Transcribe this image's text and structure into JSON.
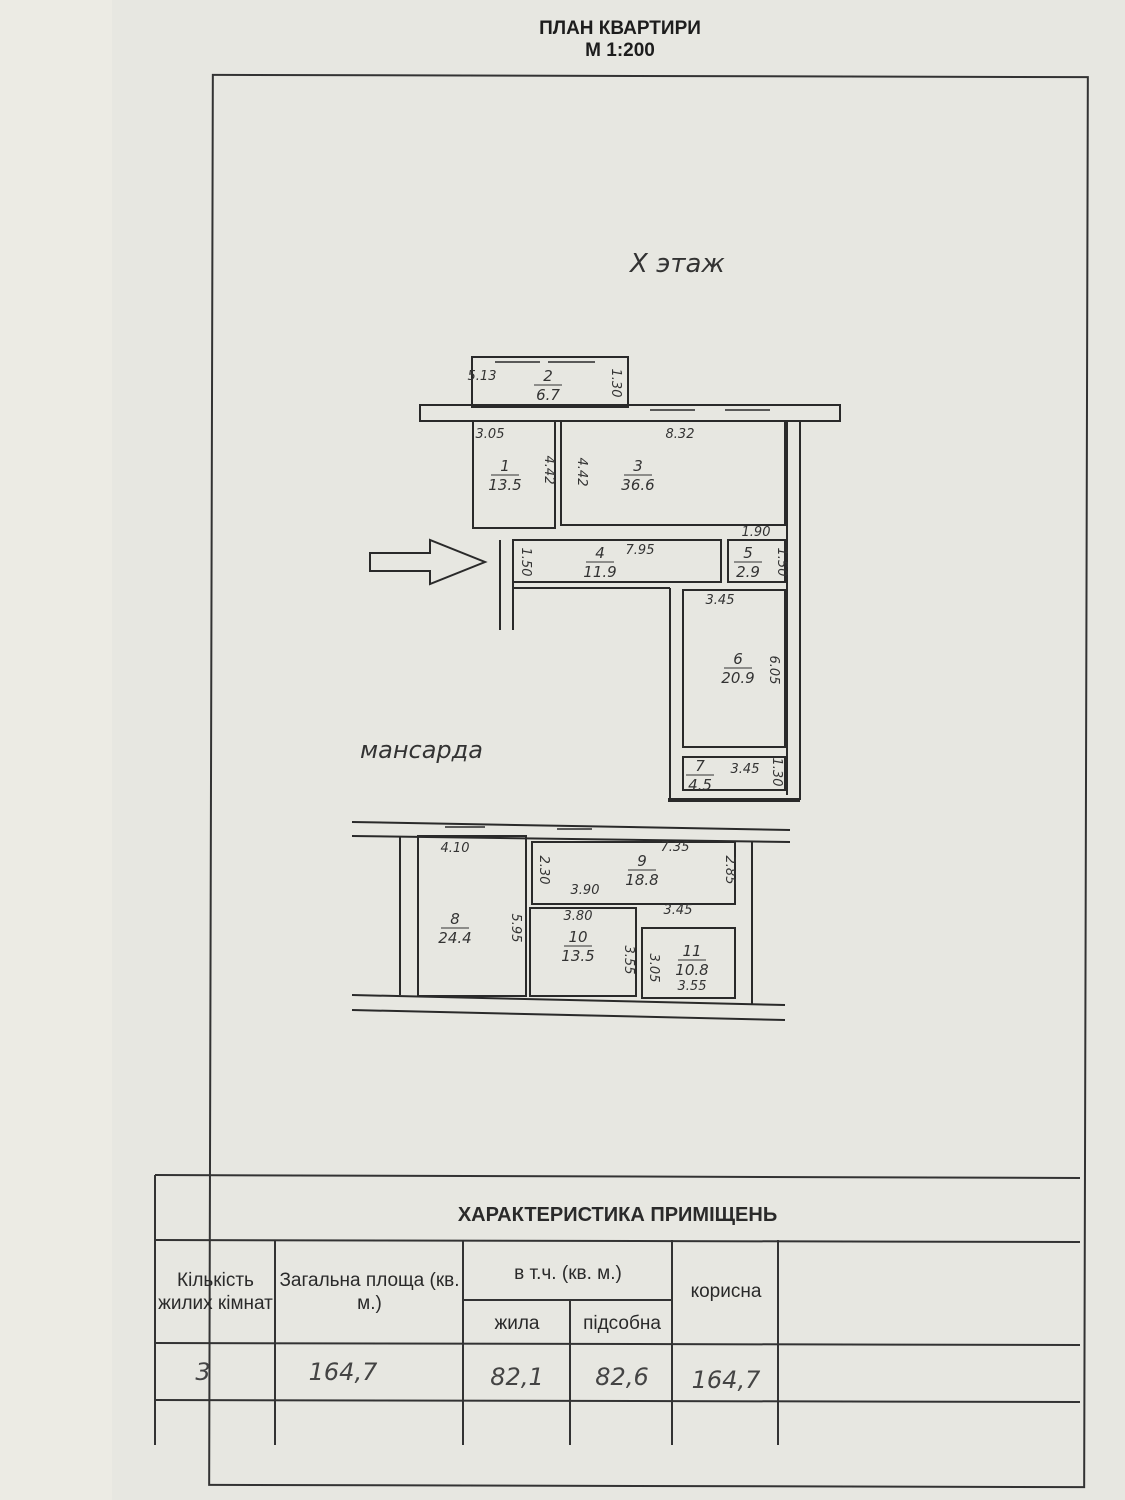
{
  "header": {
    "title": "ПЛАН КВАРТИРИ",
    "scale": "М 1:200"
  },
  "annotations": {
    "floor": "Х этаж",
    "attic": "мансарда"
  },
  "rooms": [
    {
      "no": "1",
      "area": "13.5",
      "dims": [
        "3.05",
        "4.42"
      ]
    },
    {
      "no": "2",
      "area": "6.7",
      "dims": [
        "5.13",
        "1.30"
      ]
    },
    {
      "no": "3",
      "area": "36.6",
      "dims": [
        "8.32",
        "4.42"
      ]
    },
    {
      "no": "4",
      "area": "11.9",
      "dims": [
        "7.95",
        "1.50"
      ]
    },
    {
      "no": "5",
      "area": "2.9",
      "dims": [
        "1.90",
        "1.50"
      ]
    },
    {
      "no": "6",
      "area": "20.9",
      "dims": [
        "3.45",
        "6.05"
      ]
    },
    {
      "no": "7",
      "area": "4.5",
      "dims": [
        "3.45",
        "1.30"
      ]
    },
    {
      "no": "8",
      "area": "24.4",
      "dims": [
        "4.10",
        "5.95"
      ]
    },
    {
      "no": "9",
      "area": "18.8",
      "dims": [
        "7.35",
        "2.85",
        "2.30",
        "3.90"
      ]
    },
    {
      "no": "10",
      "area": "13.5",
      "dims": [
        "3.80",
        "3.55"
      ]
    },
    {
      "no": "11",
      "area": "10.8",
      "dims": [
        "3.45",
        "3.05",
        "3.55"
      ]
    }
  ],
  "table": {
    "title": "ХАРАКТЕРИСТИКА ПРИМІЩЕНЬ",
    "headers": {
      "rooms": "Кількість жилих кімнат",
      "total": "Загальна площа (кв. м.)",
      "incl": "в т.ч. (кв. м.)",
      "living": "жила",
      "aux": "підсобна",
      "useful": "корисна"
    },
    "row": {
      "rooms": "3",
      "total": "164,7",
      "living": "82,1",
      "aux": "82,6",
      "useful": "164,7"
    }
  }
}
